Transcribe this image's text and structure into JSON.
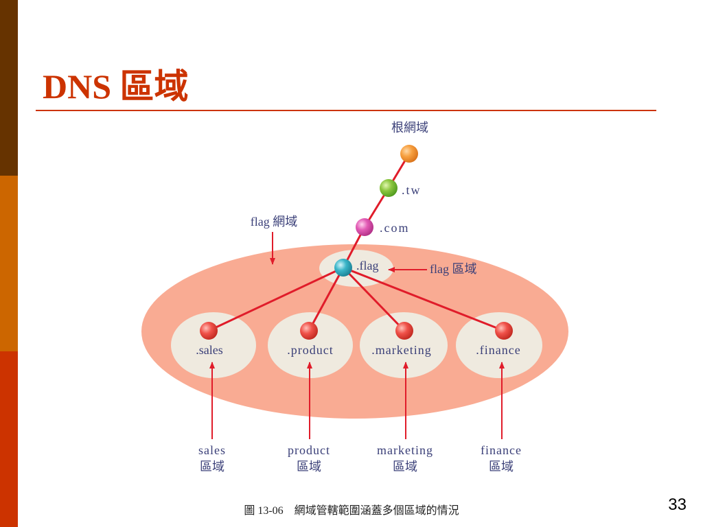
{
  "slide": {
    "title": "DNS 區域",
    "caption": "圖 13-06　網域管轄範圍涵蓋多個區域的情況",
    "page_number": "33"
  },
  "colors": {
    "accent": "#cc3300",
    "sidebar": [
      "#663300",
      "#cc6600",
      "#cc3300"
    ],
    "domain_ellipse": "#f9ab93",
    "zone_fill": "#efeadf",
    "line": "#e01c2a"
  },
  "diagram": {
    "root_label": "根網域",
    "nodes": {
      "tw": ".tw",
      "com": ".com",
      "flag": ".flag",
      "sales": ".sales",
      "product": ".product",
      "marketing": ".marketing",
      "finance": ".finance"
    },
    "callouts": {
      "flag_domain": "flag 網域",
      "flag_zone": "flag 區域",
      "sales_zone": [
        "sales",
        "區域"
      ],
      "product_zone": [
        "product",
        "區域"
      ],
      "marketing_zone": [
        "marketing",
        "區域"
      ],
      "finance_zone": [
        "finance",
        "區域"
      ]
    }
  }
}
